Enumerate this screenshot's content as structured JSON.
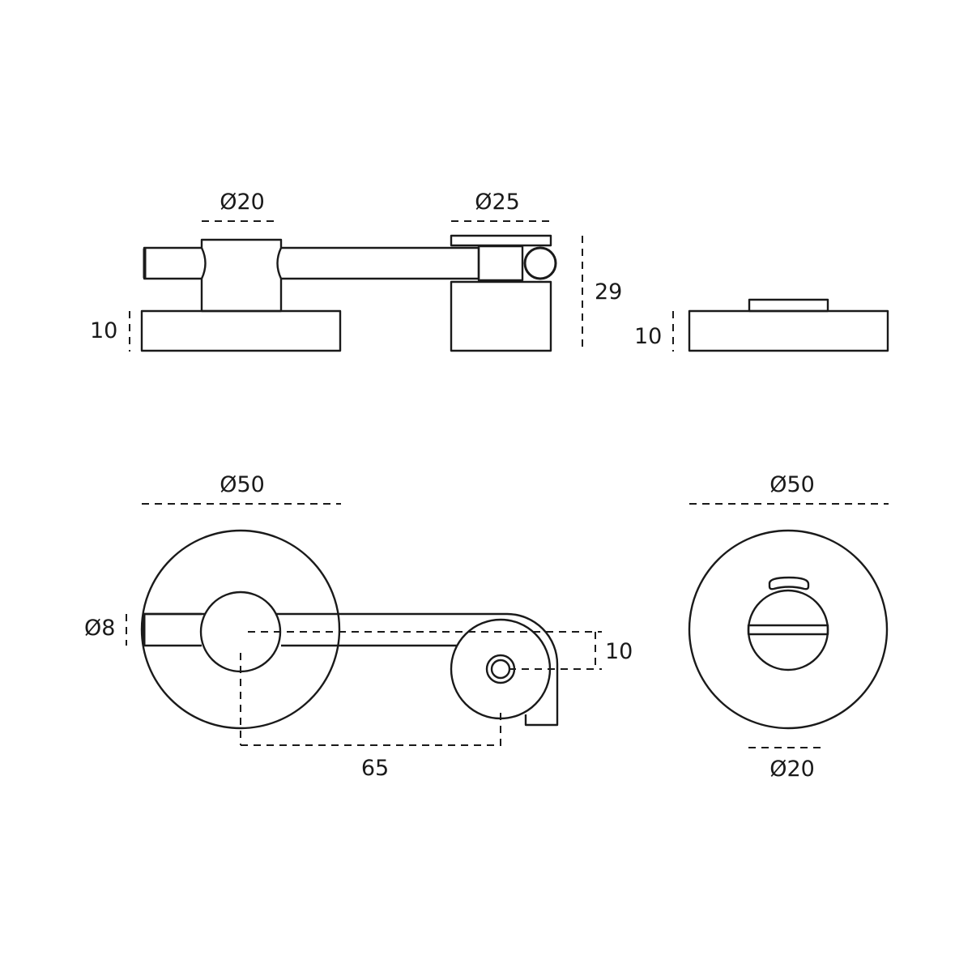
{
  "dimensions": {
    "side_rose_diameter": "Ø20",
    "side_knob_diameter": "Ø25",
    "side_height": "29",
    "side_base_height_left": "10",
    "side_base_height_right": "10",
    "front_rose_diameter": "Ø50",
    "front_lever_diameter": "Ø8",
    "front_offset": "10",
    "front_center_distance": "65",
    "indicator_rose_diameter": "Ø50",
    "indicator_diameter": "Ø20"
  },
  "colors": {
    "line": "#1a1a1a",
    "background": "#ffffff"
  }
}
